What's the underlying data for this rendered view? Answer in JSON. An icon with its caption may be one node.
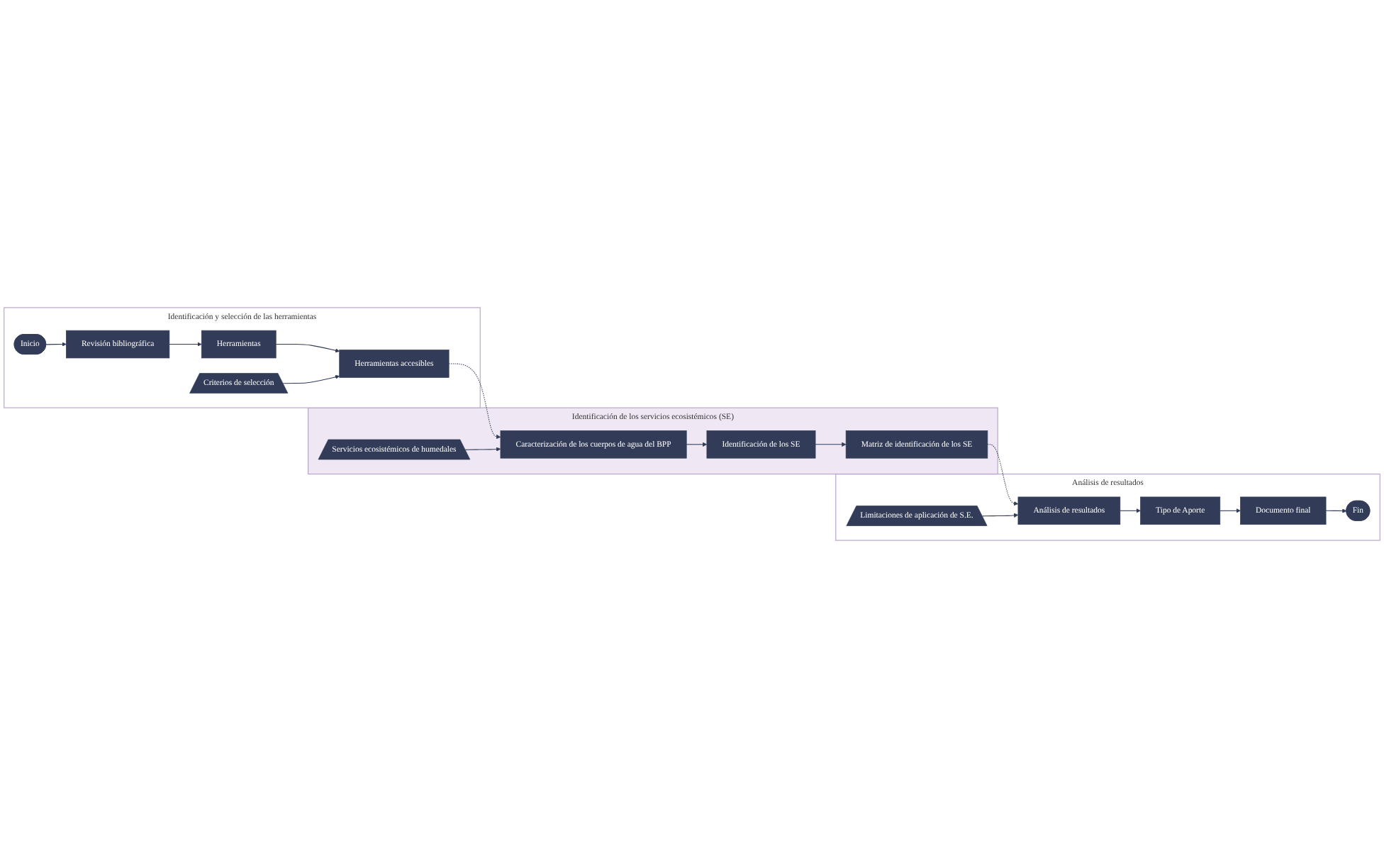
{
  "diagram": {
    "nodes": [
      {
        "text": [
          "Identificación y selección de las herramientas"
        ]
      },
      {
        "text": [
          "Inicio"
        ],
        "in": 0
      },
      {
        "text": [
          "Revisión bibliográfica"
        ],
        "in": 0
      },
      {
        "text": [
          "Herramientas"
        ],
        "in": 0
      },
      {
        "text": [
          "Criterios de selección"
        ],
        "in": 0
      },
      {
        "text": [
          "Herramientas accesibles"
        ],
        "in": 0
      },
      {
        "text": [
          "Identificación de los servicios ecosistémicos (SE)"
        ]
      },
      {
        "text": [
          "Identificación de los SE"
        ],
        "in": 6
      },
      {
        "text": [
          "Caracterización de los cuerpos de agua del BPP"
        ],
        "in": 6
      },
      {
        "text": [
          "Servicios ecosistémicos de humedales"
        ],
        "in": 6
      },
      {
        "text": [
          "Matriz de identificación de los SE"
        ],
        "in": 6
      },
      {
        "text": [
          "Análisis de resultados"
        ]
      },
      {
        "text": [
          "Documento final"
        ],
        "in": 11
      },
      {
        "text": [
          "Análisis de resultados"
        ],
        "in": 11
      },
      {
        "text": [
          "Limitaciones de aplicación de S.E."
        ],
        "in": 11
      },
      {
        "text": [
          "Tipo de Aporte"
        ],
        "in": 11
      },
      {
        "text": [
          "Fin"
        ],
        "in": 11
      }
    ],
    "edges": [
      {
        "from": 1,
        "to": 2,
        "arrow": "to"
      },
      {
        "from": 2,
        "to": 3,
        "arrow": "to"
      },
      {
        "from": 3,
        "to": 5,
        "arrow": "to"
      },
      {
        "from": 4,
        "to": 5,
        "arrow": "to"
      },
      {
        "from": 5,
        "to": 8,
        "arrow": "to",
        "style": "dashed"
      },
      {
        "from": 9,
        "to": 8,
        "arrow": "to"
      },
      {
        "from": 8,
        "to": 7,
        "arrow": "to"
      },
      {
        "from": 7,
        "to": 10,
        "arrow": "to"
      },
      {
        "from": 10,
        "to": 13,
        "arrow": "to",
        "style": "dashed"
      },
      {
        "from": 14,
        "to": 13,
        "arrow": "to"
      },
      {
        "from": 13,
        "to": 15,
        "arrow": "to"
      },
      {
        "from": 15,
        "to": 12,
        "arrow": "to"
      },
      {
        "from": 12,
        "to": 16,
        "arrow": "to"
      }
    ]
  }
}
